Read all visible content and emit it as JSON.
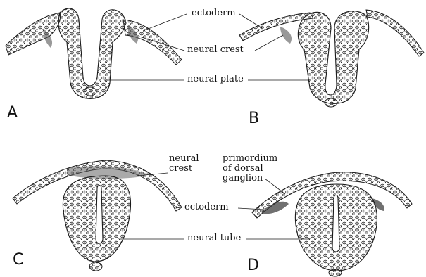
{
  "panels": {
    "A": {
      "letter": "A"
    },
    "B": {
      "letter": "B"
    },
    "C": {
      "letter": "C"
    },
    "D": {
      "letter": "D"
    }
  },
  "labels": {
    "a_b_ectoderm": "ectoderm",
    "a_b_neural_crest": "neural crest",
    "a_b_neural_plate": "neural plate",
    "c_neural_crest": "neural\ncrest",
    "d_primordium": "primordium\nof dorsal\nganglion",
    "c_d_ectoderm": "ectoderm",
    "c_d_neural_tube": "neural tube"
  },
  "colors": {
    "ink": "#1a1a1a",
    "cell": "#2b2b2b",
    "background": "#ffffff"
  }
}
